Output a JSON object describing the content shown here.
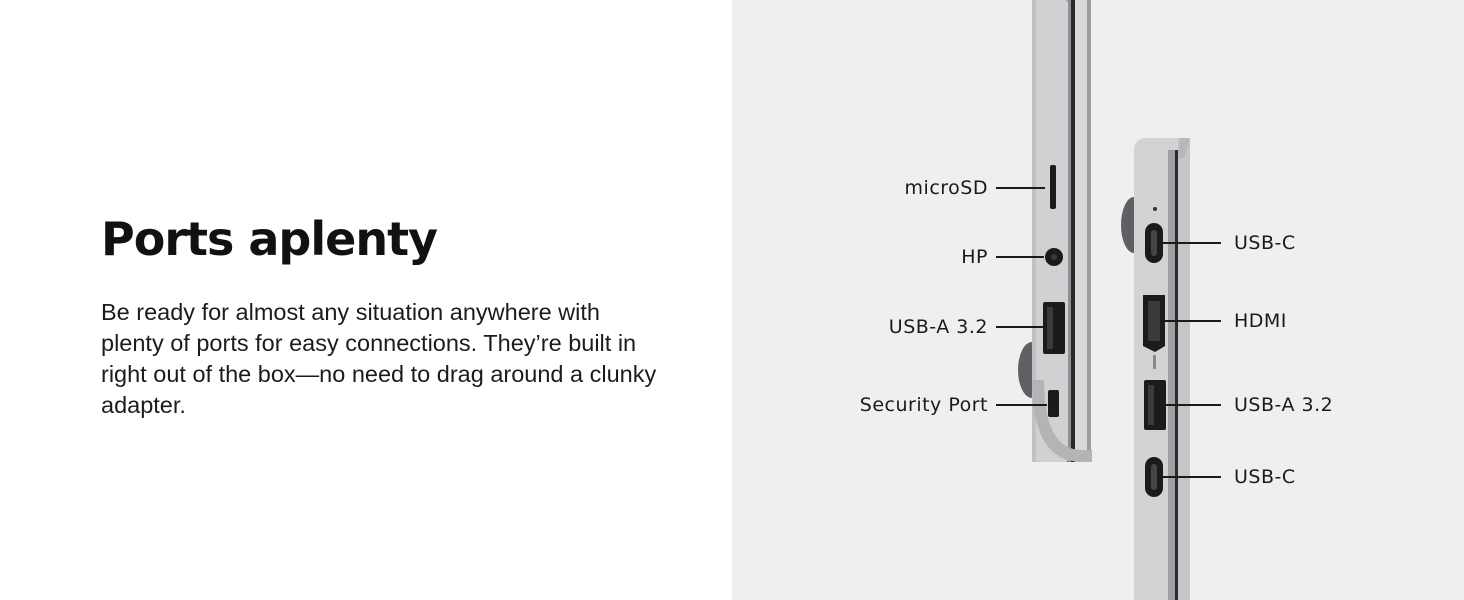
{
  "heading": "Ports aplenty",
  "description": "Be ready for almost any situation anywhere with plenty of ports for easy connections. They’re built in right out of the box—no need to drag around a clunky adapter.",
  "left_side_ports": [
    {
      "label": "microSD"
    },
    {
      "label": "HP"
    },
    {
      "label": "USB-A 3.2"
    },
    {
      "label": "Security Port"
    }
  ],
  "right_side_ports": [
    {
      "label": "USB-C"
    },
    {
      "label": "HDMI"
    },
    {
      "label": "USB-A 3.2"
    },
    {
      "label": "USB-C"
    }
  ],
  "colors": {
    "panel_background": "#efefef",
    "laptop_silver": "#c9cbcd",
    "port_dark": "#1b1b1b",
    "callout_line": "#1a1a1a"
  }
}
